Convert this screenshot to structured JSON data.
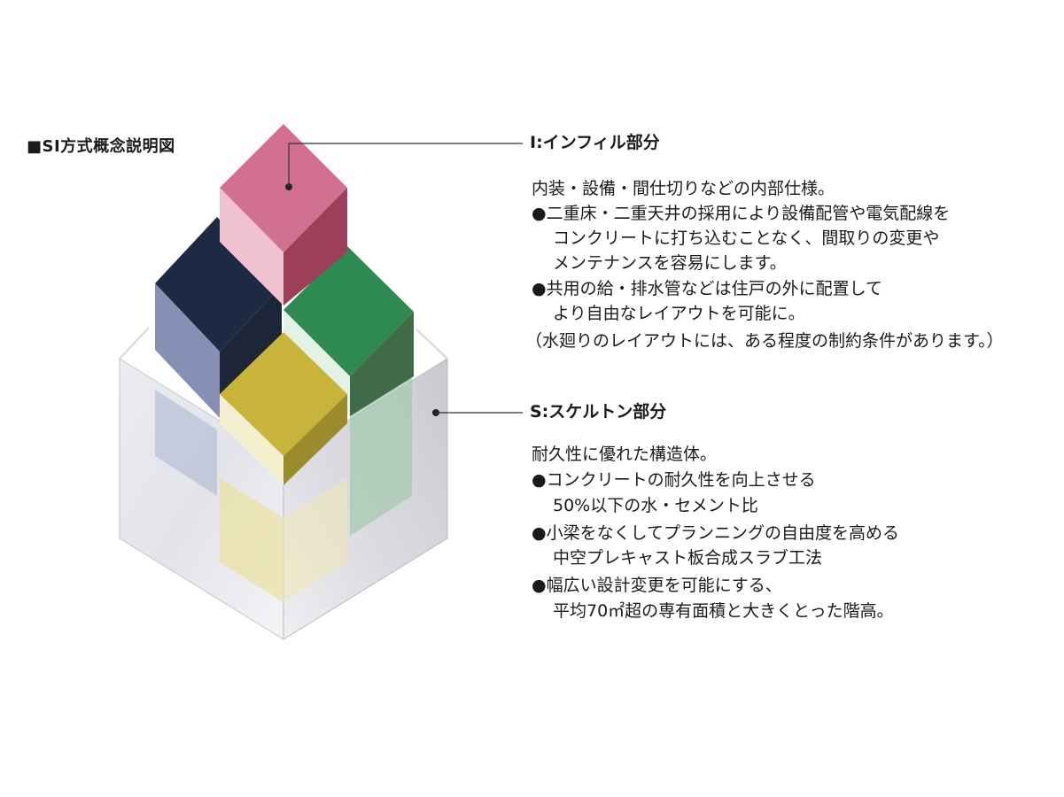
{
  "figure_title": "■SI方式概念説明図",
  "infill": {
    "title": "I:インフィル部分",
    "lines": [
      "内装・設備・間仕切りなどの内部仕様。",
      "●二重床・二重天井の採用により設備配管や電気配線を",
      "コンクリートに打ち込むことなく、間取りの変更や",
      "メンテナンスを容易にします。",
      "●共用の給・排水管などは住戸の外に配置して",
      "より自由なレイアウトを可能に。",
      "（水廻りのレイアウトには、ある程度の制約条件があります。）"
    ]
  },
  "skeleton": {
    "title": "S:スケルトン部分",
    "lines": [
      "耐久性に優れた構造体。",
      "●コンクリートの耐久性を向上させる",
      "50%以下の水・セメント比",
      "●小梁をなくしてプランニングの自由度を高める",
      "中空プレキャスト板合成スラブ工法",
      "●幅広い設計変更を可能にする、",
      "平均70㎡超の専有面積と大きくとった階高。"
    ]
  },
  "colors": {
    "pink": "#d1708f",
    "navy": "#1e2a44",
    "green": "#2f8a4f",
    "yellow": "#c8b43a",
    "glass": "#d6d8de"
  }
}
